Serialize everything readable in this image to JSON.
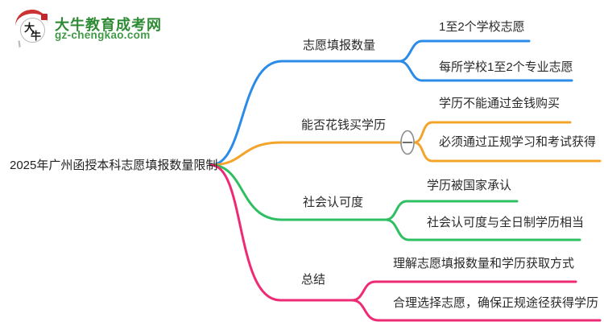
{
  "logo": {
    "title": "大牛教育成考网",
    "subtitle": "gz-chengkao.com",
    "icon_char_1": "大",
    "icon_char_2": "牛",
    "brand_green": "#2e8b34"
  },
  "root": {
    "label": "2025年广州函授本科志愿填报数量限制"
  },
  "branches": [
    {
      "label": "志愿填报数量",
      "color": "#2b8ce8",
      "children": [
        {
          "label": "1至2个学校志愿"
        },
        {
          "label": "每所学校1至2个专业志愿"
        }
      ]
    },
    {
      "label": "能否花钱买学历",
      "color": "#f3a42b",
      "collapse_icon": "minus",
      "children": [
        {
          "label": "学历不能通过金钱购买"
        },
        {
          "label": "必须通过正规学习和考试获得"
        }
      ]
    },
    {
      "label": "社会认可度",
      "color": "#2fbf63",
      "children": [
        {
          "label": "学历被国家承认"
        },
        {
          "label": "社会认可度与全日制学历相当"
        }
      ]
    },
    {
      "label": "总结",
      "color": "#ef2a74",
      "children": [
        {
          "label": "理解志愿填报数量和学历获取方式"
        },
        {
          "label": "合理选择志愿，确保正规途径获得学历"
        }
      ]
    }
  ]
}
